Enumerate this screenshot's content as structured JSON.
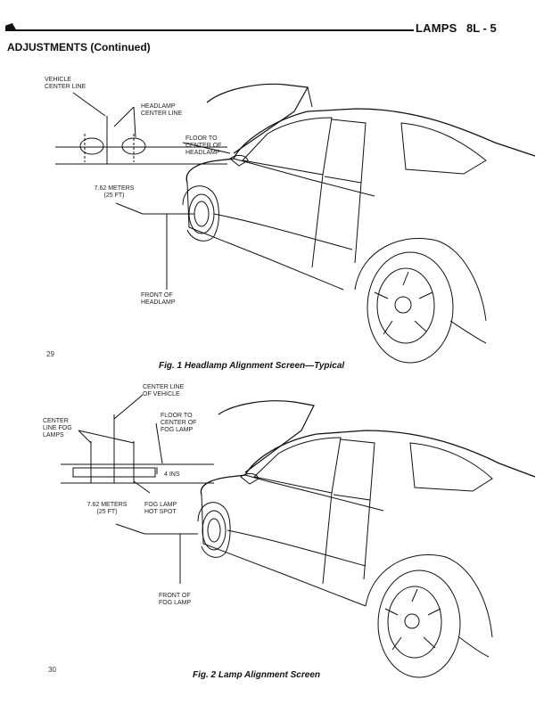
{
  "header": {
    "section": "LAMPS",
    "page": "8L - 5"
  },
  "section_title": "ADJUSTMENTS (Continued)",
  "figure1": {
    "labels": {
      "vehicle_center_line": "VEHICLE CENTER LINE",
      "headlamp_center_line": "HEADLAMP CENTER LINE",
      "floor_to_center": "FLOOR TO CENTER OF HEADLAMP",
      "distance": "7.62 METERS (25 FT)",
      "front_of": "FRONT OF HEADLAMP"
    },
    "number": "29",
    "caption": "Fig. 1 Headlamp Alignment Screen—Typical"
  },
  "figure2": {
    "labels": {
      "center_line_vehicle": "CENTER LINE OF VEHICLE",
      "center_line_fog": "CENTER LINE FOG LAMPS",
      "floor_to_center": "FLOOR TO CENTER OF FOG LAMP",
      "offset": "4 INS",
      "distance": "7.62 METERS (25 FT)",
      "hot_spot": "FOG LAMP HOT SPOT",
      "front_of": "FRONT OF FOG LAMP"
    },
    "number": "30",
    "caption": "Fig. 2 Lamp Alignment Screen"
  }
}
